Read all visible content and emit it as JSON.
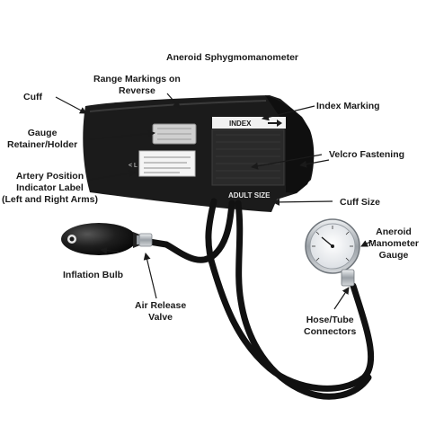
{
  "title": "Aneroid Sphygmomanometer",
  "labels": {
    "cuff": "Cuff",
    "range_markings_line1": "Range Markings on",
    "range_markings_line2": "Reverse",
    "index_marking": "Index Marking",
    "gauge_retainer_line1": "Gauge",
    "gauge_retainer_line2": "Retainer/Holder",
    "velcro_fastening": "Velcro Fastening",
    "artery_label_line1": "Artery Position",
    "artery_label_line2": "Indicator Label",
    "artery_label_line3": "(Left and Right Arms)",
    "cuff_size": "Cuff Size",
    "aneroid_gauge_line1": "Aneroid",
    "aneroid_gauge_line2": "Manometer",
    "aneroid_gauge_line3": "Gauge",
    "inflation_bulb": "Inflation Bulb",
    "air_release_line1": "Air Release",
    "air_release_line2": "Valve",
    "hose_line1": "Hose/Tube",
    "hose_line2": "Connectors"
  },
  "printed_on_cuff": {
    "index": "INDEX",
    "adult_size": "ADULT SIZE"
  },
  "colors": {
    "cuff": "#1b1b1b",
    "tube": "#111111",
    "chrome": "#bfc3c7",
    "label_text": "#1a1a1a",
    "arrow": "#1a1a1a"
  }
}
